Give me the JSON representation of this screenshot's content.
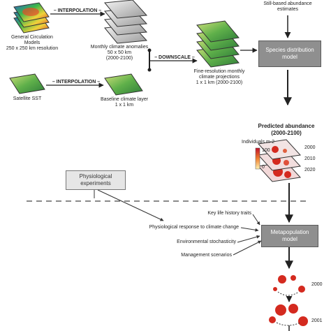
{
  "top_note": "Still-based abundance\nestimates",
  "gcm_label": "General Circulation\nModels\n250 x 250 km resolution",
  "interp1": "– INTERPOLATION –",
  "monthly_anoms": "Monthly climate anomalies\n50 x 50 km\n(2000-2100)",
  "downscale": "– DOWNSCALE –",
  "fine_res": "Fine-resolution monthly\nclimate projections\n1 x 1 km (2000-2100)",
  "sdm": "Species distribution\nmodel",
  "satellite": "Satellite SST",
  "interp2": "– INTERPOLATION –",
  "baseline": "Baseline climate layer\n1 x 1 km",
  "pred_title": "Predicted abundance\n(2000-2100)",
  "indiv": "Individuals m-2",
  "scale_hi": "100",
  "scale_lo": "0",
  "years_map": [
    "2000",
    "2010",
    "2020"
  ],
  "phys_exp": "Physiological\nexperiments",
  "inputs": [
    "Key life history traits",
    "Physiological response to climate change",
    "Environmental stochasticity",
    "Management scenarios"
  ],
  "metapop": "Metapopulation\nmodel",
  "years_meta": [
    "2000",
    "2001"
  ],
  "colors": {
    "box": "#8f8f8f",
    "arrow": "#222222",
    "red": "#d42a1f"
  }
}
